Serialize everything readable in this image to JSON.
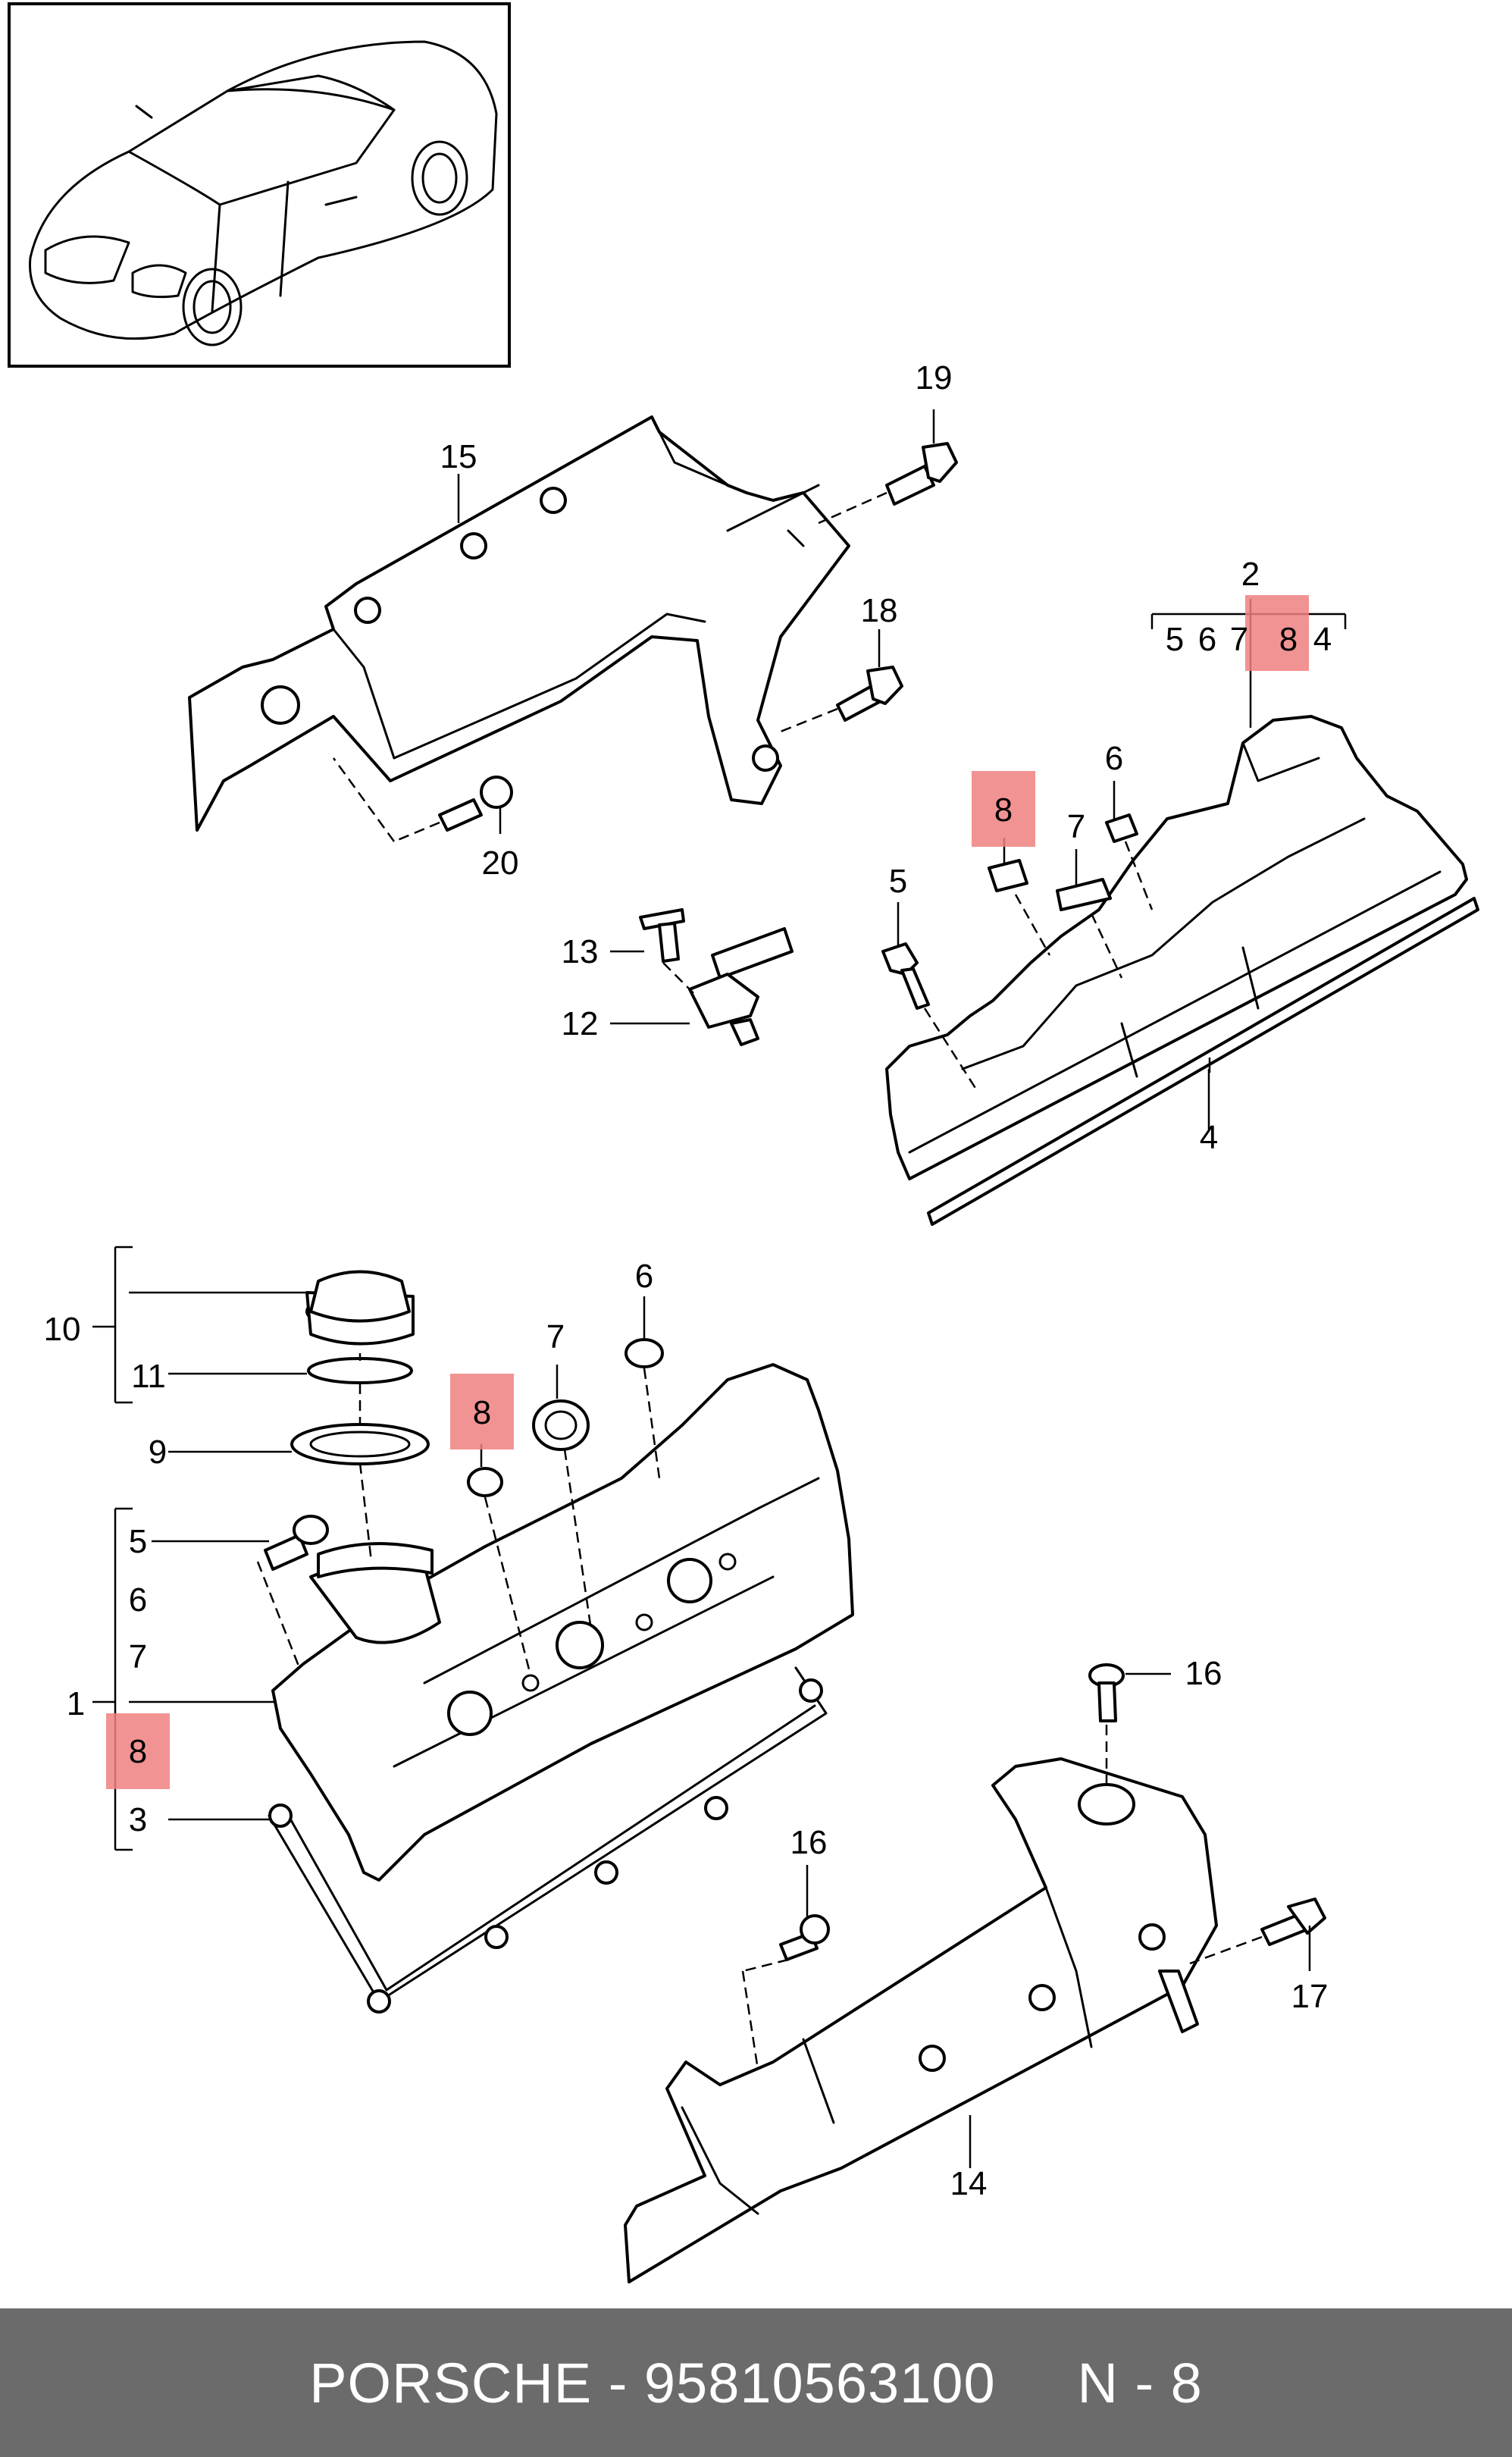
{
  "callouts": {
    "c19": "19",
    "c15": "15",
    "c18": "18",
    "c20": "20",
    "c13": "13",
    "c12": "12",
    "c2": "2",
    "c2_sub_5": "5",
    "c2_sub_6": "6",
    "c2_sub_7": "7",
    "c2_sub_8": "8",
    "c2_sub_4": "4",
    "c8_top": "8",
    "c6_top": "6",
    "c7_top": "7",
    "c5_top": "5",
    "c4": "4",
    "c10": "10",
    "c11": "11",
    "c9": "9",
    "c6_mid": "6",
    "c7_mid": "7",
    "c8_mid": "8",
    "c5_left": "5",
    "c6_left": "6",
    "c7_left": "7",
    "c1": "1",
    "c8_left": "8",
    "c3": "3",
    "c16_a": "16",
    "c16_b": "16",
    "c17": "17",
    "c14": "14"
  },
  "highlight_color": "#f08080",
  "footer": {
    "brand": "PORSCHE",
    "separator": " - ",
    "part_number": "95810563100",
    "gap": "     ",
    "ref": "N - 8"
  }
}
